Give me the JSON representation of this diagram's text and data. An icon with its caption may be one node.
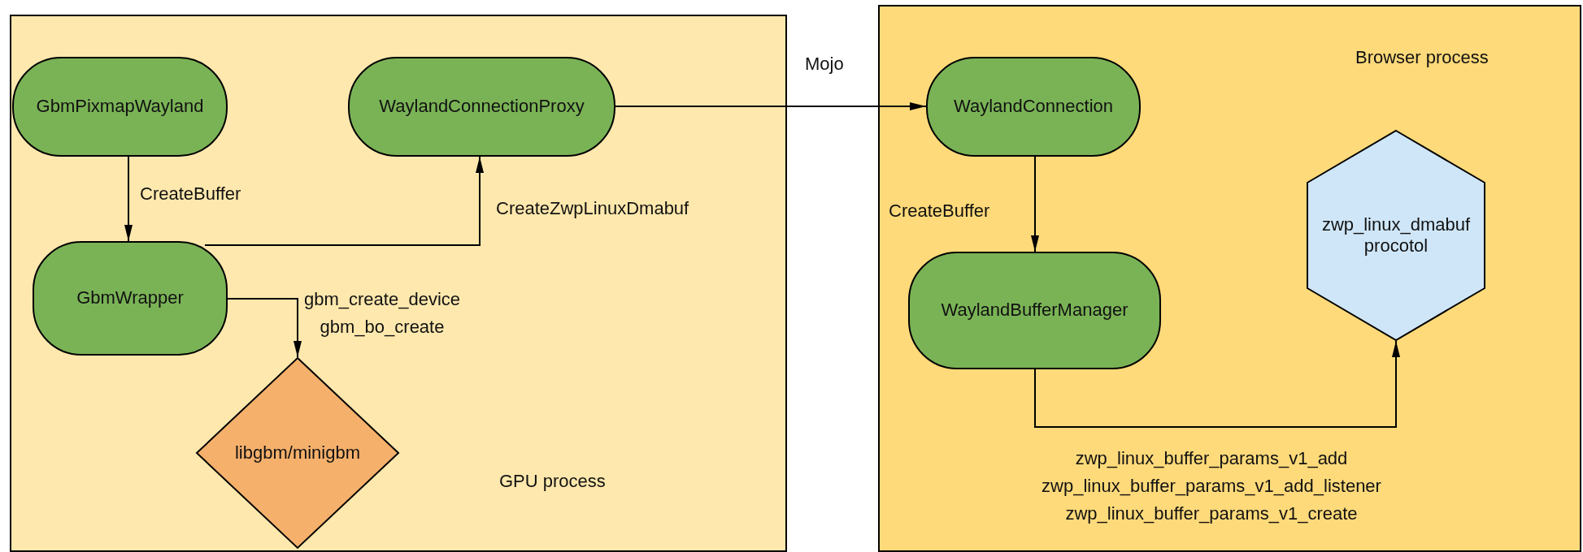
{
  "diagram": {
    "nodes": [
      {
        "text": [
          "GPU process"
        ]
      },
      {
        "text": [
          "GbmPixmapWayland"
        ],
        "in": 0
      },
      {
        "text": [
          "WaylandConnectionProxy"
        ],
        "in": 0
      },
      {
        "text": [
          "GbmWrapper"
        ],
        "in": 0
      },
      {
        "text": [
          "libgbm/minigbm"
        ],
        "in": 0
      },
      {
        "text": [
          "Browser process"
        ]
      },
      {
        "text": [
          "WaylandConnection"
        ],
        "in": 5
      },
      {
        "text": [
          "zwp_linux_dmabuf procotol"
        ],
        "in": 5
      },
      {
        "text": [
          "WaylandBufferManager"
        ],
        "in": 5
      }
    ],
    "edges": [
      {
        "from": 1,
        "to": 3,
        "arrow": "to",
        "label": "CreateBuffer"
      },
      {
        "from": 3,
        "to": 2,
        "arrow": "to",
        "label": "CreateZwpLinuxDmabuf"
      },
      {
        "from": 3,
        "to": 4,
        "arrow": "to",
        "label": "gbm_create_device gbm_bo_create"
      },
      {
        "from": 2,
        "to": 6,
        "arrow": "to",
        "label": "Mojo"
      },
      {
        "from": 6,
        "to": 8,
        "arrow": "to",
        "label": "CreateBuffer"
      },
      {
        "from": 8,
        "to": 7,
        "arrow": "to",
        "label": "zwp_linux_buffer_params_v1_add zwp_linux_buffer_params_v1_add_listener zwp_linux_buffer_params_v1_create"
      }
    ]
  }
}
